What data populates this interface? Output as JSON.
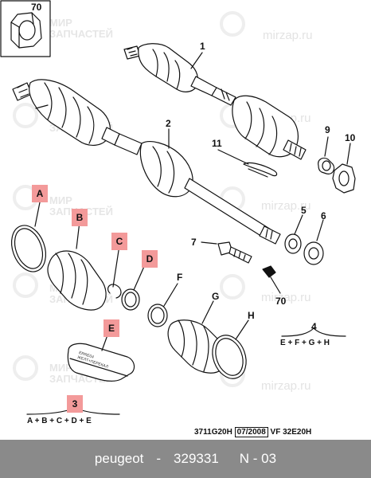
{
  "watermark": {
    "brand_lines": [
      "МИР",
      "ЗАПЧАСТЕЙ"
    ],
    "url": "mirzap.ru"
  },
  "callouts": {
    "n70_top": "70",
    "n1": "1",
    "n2": "2",
    "n3": "3",
    "n4": "4",
    "n5": "5",
    "n6": "6",
    "n7": "7",
    "n9": "9",
    "n10": "10",
    "n11": "11",
    "n70_bottom": "70",
    "F": "F",
    "G": "G",
    "H": "H"
  },
  "highlighted_labels": [
    "A",
    "B",
    "C",
    "D",
    "E"
  ],
  "highlight_color": "#f39a9a",
  "formulas": {
    "kit_4": "E + F + G + H",
    "kit_3": "A + B + C + D + E"
  },
  "boot_pack_text": [
    "ERRE04",
    "ЖЕЛТ+ПЕРЕКАЛ"
  ],
  "footer": {
    "ref_code": "3711G20H",
    "date": "07/2008",
    "vf_code": "VF 32E20H"
  },
  "bottom_bar": {
    "brand": "peugeot",
    "sep": "-",
    "part_number": "329331",
    "page": "N - 03",
    "background": "#8a8a8a"
  }
}
